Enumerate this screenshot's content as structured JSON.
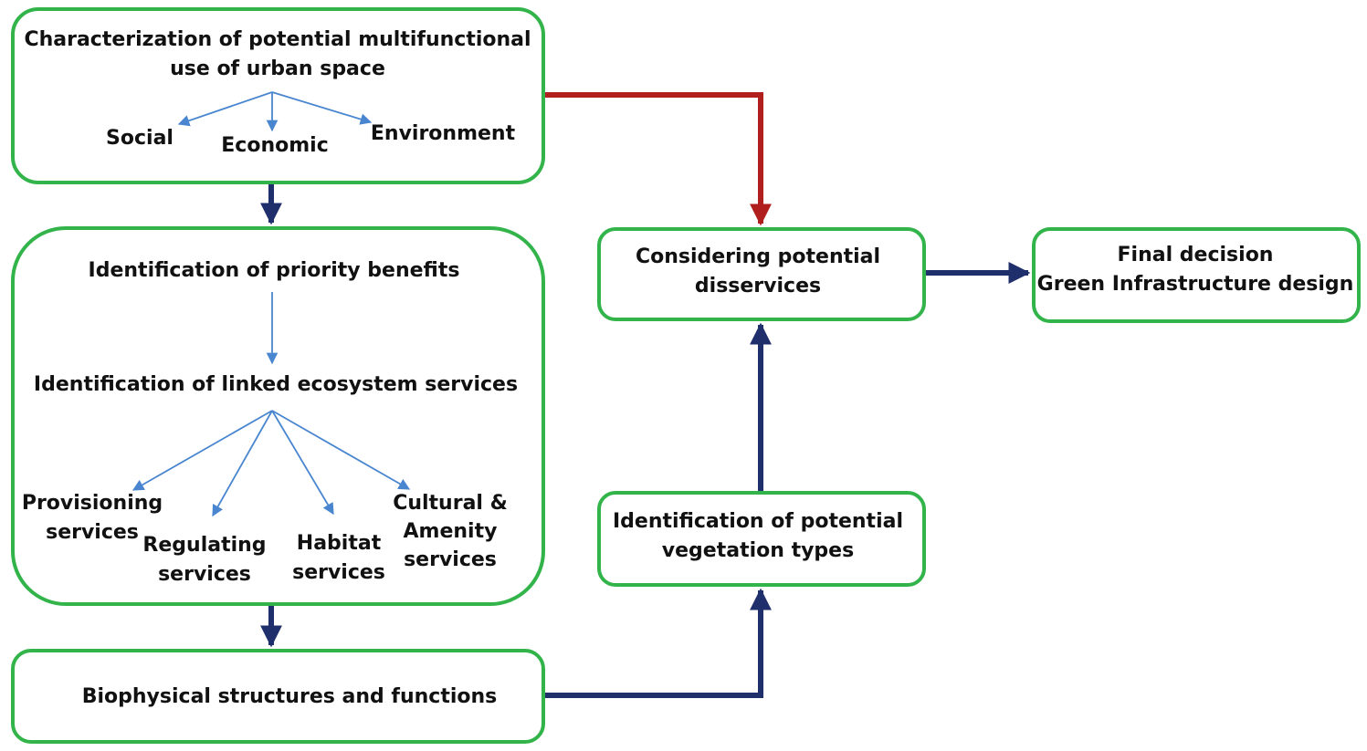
{
  "colors": {
    "box_border": "#33b44a",
    "main_arrow": "#1f2f6b",
    "sub_arrow": "#4a86d0",
    "disservice_arrow": "#b01e1e",
    "text": "#111111"
  },
  "characterization": {
    "title_line1": "Characterization  of potential multifunctional",
    "title_line2": "use of urban space",
    "dimensions": [
      "Social",
      "Economic",
      "Environment"
    ]
  },
  "benefits": {
    "priority_title": "Identification  of priority benefits",
    "linked_title": "Identification  of linked ecosystem services",
    "services": [
      {
        "line1": "Provisioning",
        "line2": "services"
      },
      {
        "line1": "Regulating",
        "line2": "services"
      },
      {
        "line1": "Habitat",
        "line2": "services"
      },
      {
        "line1": "Cultural &",
        "line2": "Amenity",
        "line3": "services"
      }
    ]
  },
  "biophysical": {
    "label": "Biophysical  structures and functions"
  },
  "vegetation": {
    "line1": "Identification  of potential",
    "line2": "vegetation types"
  },
  "disservices": {
    "line1": "Considering potential",
    "line2": "disservices"
  },
  "final": {
    "line1": "Final decision",
    "line2": "Green Infrastructure design"
  }
}
